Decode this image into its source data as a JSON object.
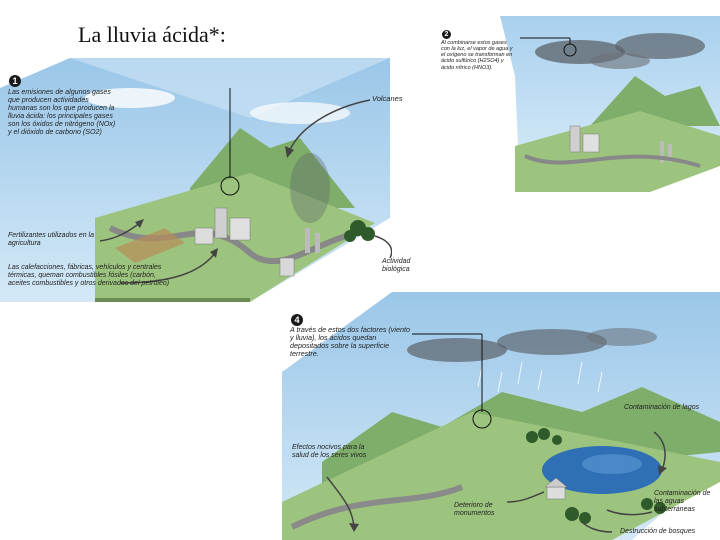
{
  "title": "La lluvia ácida*:",
  "panel1": {
    "badge": "1",
    "intro": "Las emisiones de algunos gases que producen actividades humanas son los que producen la lluvia ácida: los principales gases son los óxidos de nitrógeno (NOx) y el dióxido de carbono (SO2)",
    "volcanes": "Volcanes",
    "fertilizantes": "Fertilizantes utilizados en la agricultura",
    "calefacciones": "Las calefacciones, fábricas, vehículos y centrales térmicas, queman combustibles fósiles (carbón, aceites combustibles y otros derivados del petróleo)",
    "actividad": "Actividad biológica"
  },
  "panel2": {
    "badge": "2",
    "text": "Al combinarse estos gases con la luz, el vapor de agua y el oxígeno se transforman en ácido sulfúrico (H2SO4) y ácido nítrico (HNO3)."
  },
  "panel4": {
    "badge": "4",
    "intro": "A través de estos dos factores (viento y lluvia), los ácidos quedan depositados sobre la superficie terrestre.",
    "lagos": "Contaminación de lagos",
    "efectos": "Efectos nocivos para la salud de los seres vivos",
    "deterioro": "Deterioro de monumentos",
    "aguas": "Contaminación de las aguas subterráneas",
    "bosques": "Destrucción de bosques"
  },
  "colors": {
    "sky": "#a9d0ec",
    "land": "#9cc47e",
    "water": "#2f6fb5",
    "smoke": "#555a5f"
  }
}
